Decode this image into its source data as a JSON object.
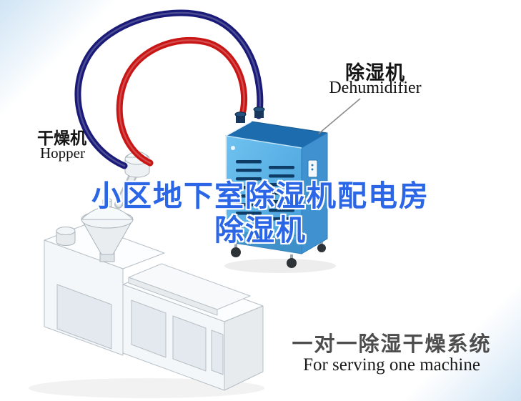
{
  "title": {
    "line1": "小区地下室除湿机配电房",
    "line2": "除湿机"
  },
  "labels": {
    "dehumidifier_cn": "除湿机",
    "dehumidifier_en": "Dehumidifier",
    "hopper_cn": "干燥机",
    "hopper_en": "Hopper",
    "system_cn": "一对一除湿干燥系统",
    "system_en": "For serving one machine"
  },
  "colors": {
    "title_blue": "#2a66e6",
    "pipe_red": "#c81616",
    "pipe_navy": "#1a1a78",
    "dehumidifier_body": "#56b0e8",
    "dehumidifier_top": "#1d6cae",
    "dehumidifier_side": "#3f92cf",
    "corner_tint": "#cfe4f4",
    "text_dark": "#141414",
    "text_gray": "#4d4d4d"
  }
}
